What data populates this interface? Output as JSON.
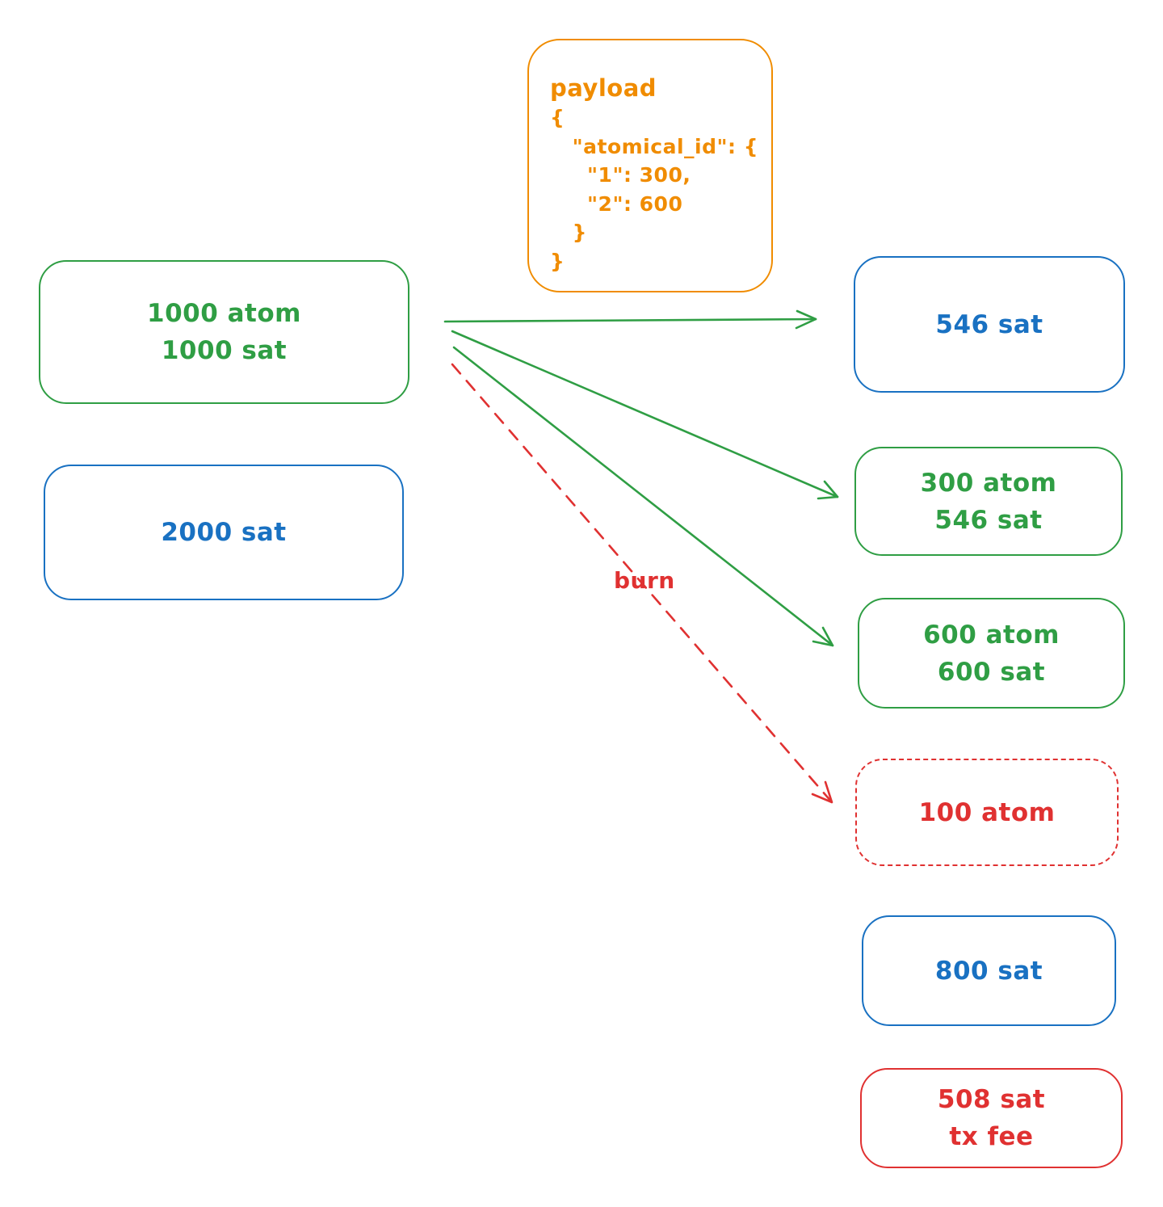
{
  "colors": {
    "green": "#2f9e44",
    "blue": "#1971c2",
    "red": "#e03131",
    "orange": "#f08c00"
  },
  "payload": {
    "title": "payload",
    "code": "{\n   \"atomical_id\": {\n     \"1\": 300,\n     \"2\": 600\n   }\n}"
  },
  "inputs": [
    {
      "line1": "1000 atom",
      "line2": "1000 sat",
      "color": "green"
    },
    {
      "line1": "2000 sat",
      "color": "blue"
    }
  ],
  "outputs": [
    {
      "line1": "546 sat",
      "color": "blue"
    },
    {
      "line1": "300 atom",
      "line2": "546 sat",
      "color": "green"
    },
    {
      "line1": "600 atom",
      "line2": "600 sat",
      "color": "green"
    },
    {
      "line1": "100 atom",
      "color": "red",
      "style": "dashed"
    },
    {
      "line1": "800 sat",
      "color": "blue"
    },
    {
      "line1": "508 sat",
      "line2": "tx fee",
      "color": "red"
    }
  ],
  "labels": {
    "burn": "burn"
  }
}
